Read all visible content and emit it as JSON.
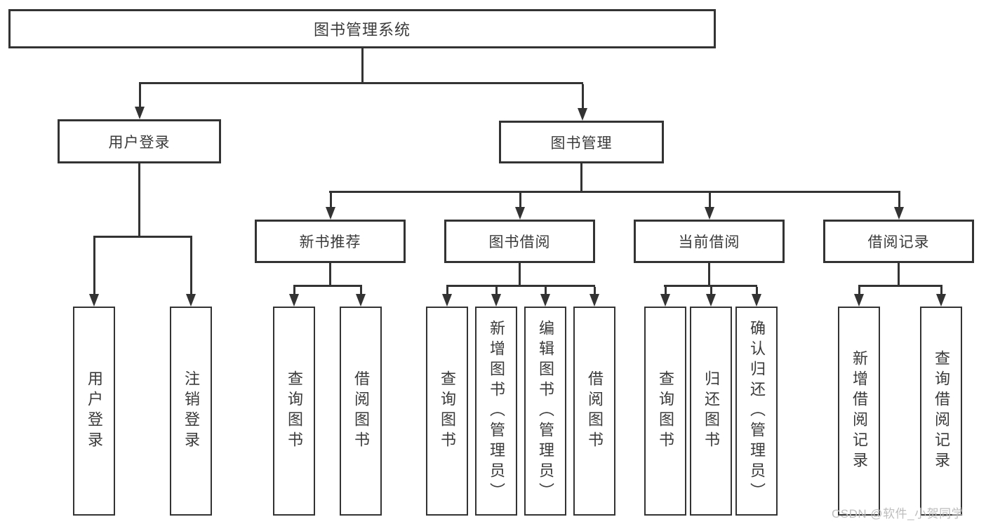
{
  "diagram": {
    "root": {
      "label": "图书管理系统"
    },
    "branches": [
      {
        "label": "用户登录",
        "children": [
          {
            "label": "用户登录"
          },
          {
            "label": "注销登录"
          }
        ]
      },
      {
        "label": "图书管理",
        "groups": [
          {
            "label": "新书推荐",
            "children": [
              {
                "label": "查询图书"
              },
              {
                "label": "借阅图书"
              }
            ]
          },
          {
            "label": "图书借阅",
            "children": [
              {
                "label": "查询图书"
              },
              {
                "label": "新增图书（管理员）"
              },
              {
                "label": "编辑图书（管理员）"
              },
              {
                "label": "借阅图书"
              }
            ]
          },
          {
            "label": "当前借阅",
            "children": [
              {
                "label": "查询图书"
              },
              {
                "label": "归还图书"
              },
              {
                "label": "确认归还（管理员）"
              }
            ]
          },
          {
            "label": "借阅记录",
            "children": [
              {
                "label": "新增借阅记录"
              },
              {
                "label": "查询借阅记录"
              }
            ]
          }
        ]
      }
    ]
  },
  "watermark": {
    "text": "CSDN @软件_小贺同学"
  },
  "colors": {
    "line": "#333333",
    "box_border": "#333333",
    "text": "#3a3a3a",
    "watermark": "#bdbdbd",
    "background": "#ffffff"
  }
}
